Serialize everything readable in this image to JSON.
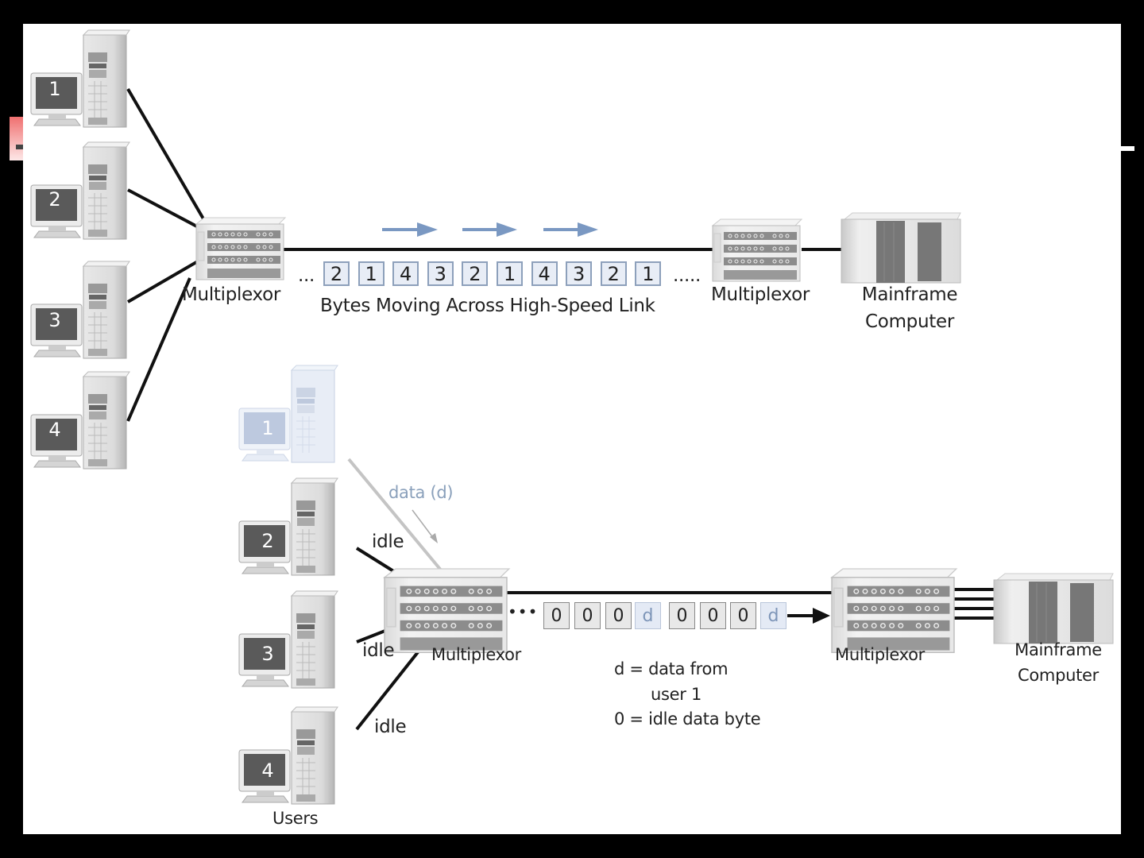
{
  "top_diagram": {
    "users": [
      "1",
      "2",
      "3",
      "4"
    ],
    "left_multiplexor_label": "Multiplexor",
    "right_multiplexor_label": "Multiplexor",
    "mainframe_label_line1": "Mainframe",
    "mainframe_label_line2": "Computer",
    "link_caption": "Bytes Moving Across High-Speed Link",
    "leading_ellipsis": "...",
    "trailing_ellipsis": ".....",
    "bytes": [
      "2",
      "1",
      "4",
      "3",
      "2",
      "1",
      "4",
      "3",
      "2",
      "1"
    ],
    "arrow_color": "#7a98c2",
    "byte_border_color": "#8da0bb"
  },
  "bottom_diagram": {
    "users": [
      "1",
      "2",
      "3",
      "4"
    ],
    "active_user": "1",
    "data_label": "data (d)",
    "idle_labels": [
      "idle",
      "idle",
      "idle"
    ],
    "users_caption": "Users",
    "left_multiplexor_label": "Multiplexor",
    "right_multiplexor_label": "Multiplexor",
    "mainframe_label_line1": "Mainframe",
    "mainframe_label_line2": "Computer",
    "leading_ellipsis": "•••",
    "bytes": [
      "0",
      "0",
      "0",
      "d",
      "0",
      "0",
      "0",
      "d"
    ],
    "legend": {
      "line1": "d = data from",
      "line2": "user 1",
      "line3": "0 = idle data byte"
    },
    "data_color": "#8aa0bb"
  }
}
